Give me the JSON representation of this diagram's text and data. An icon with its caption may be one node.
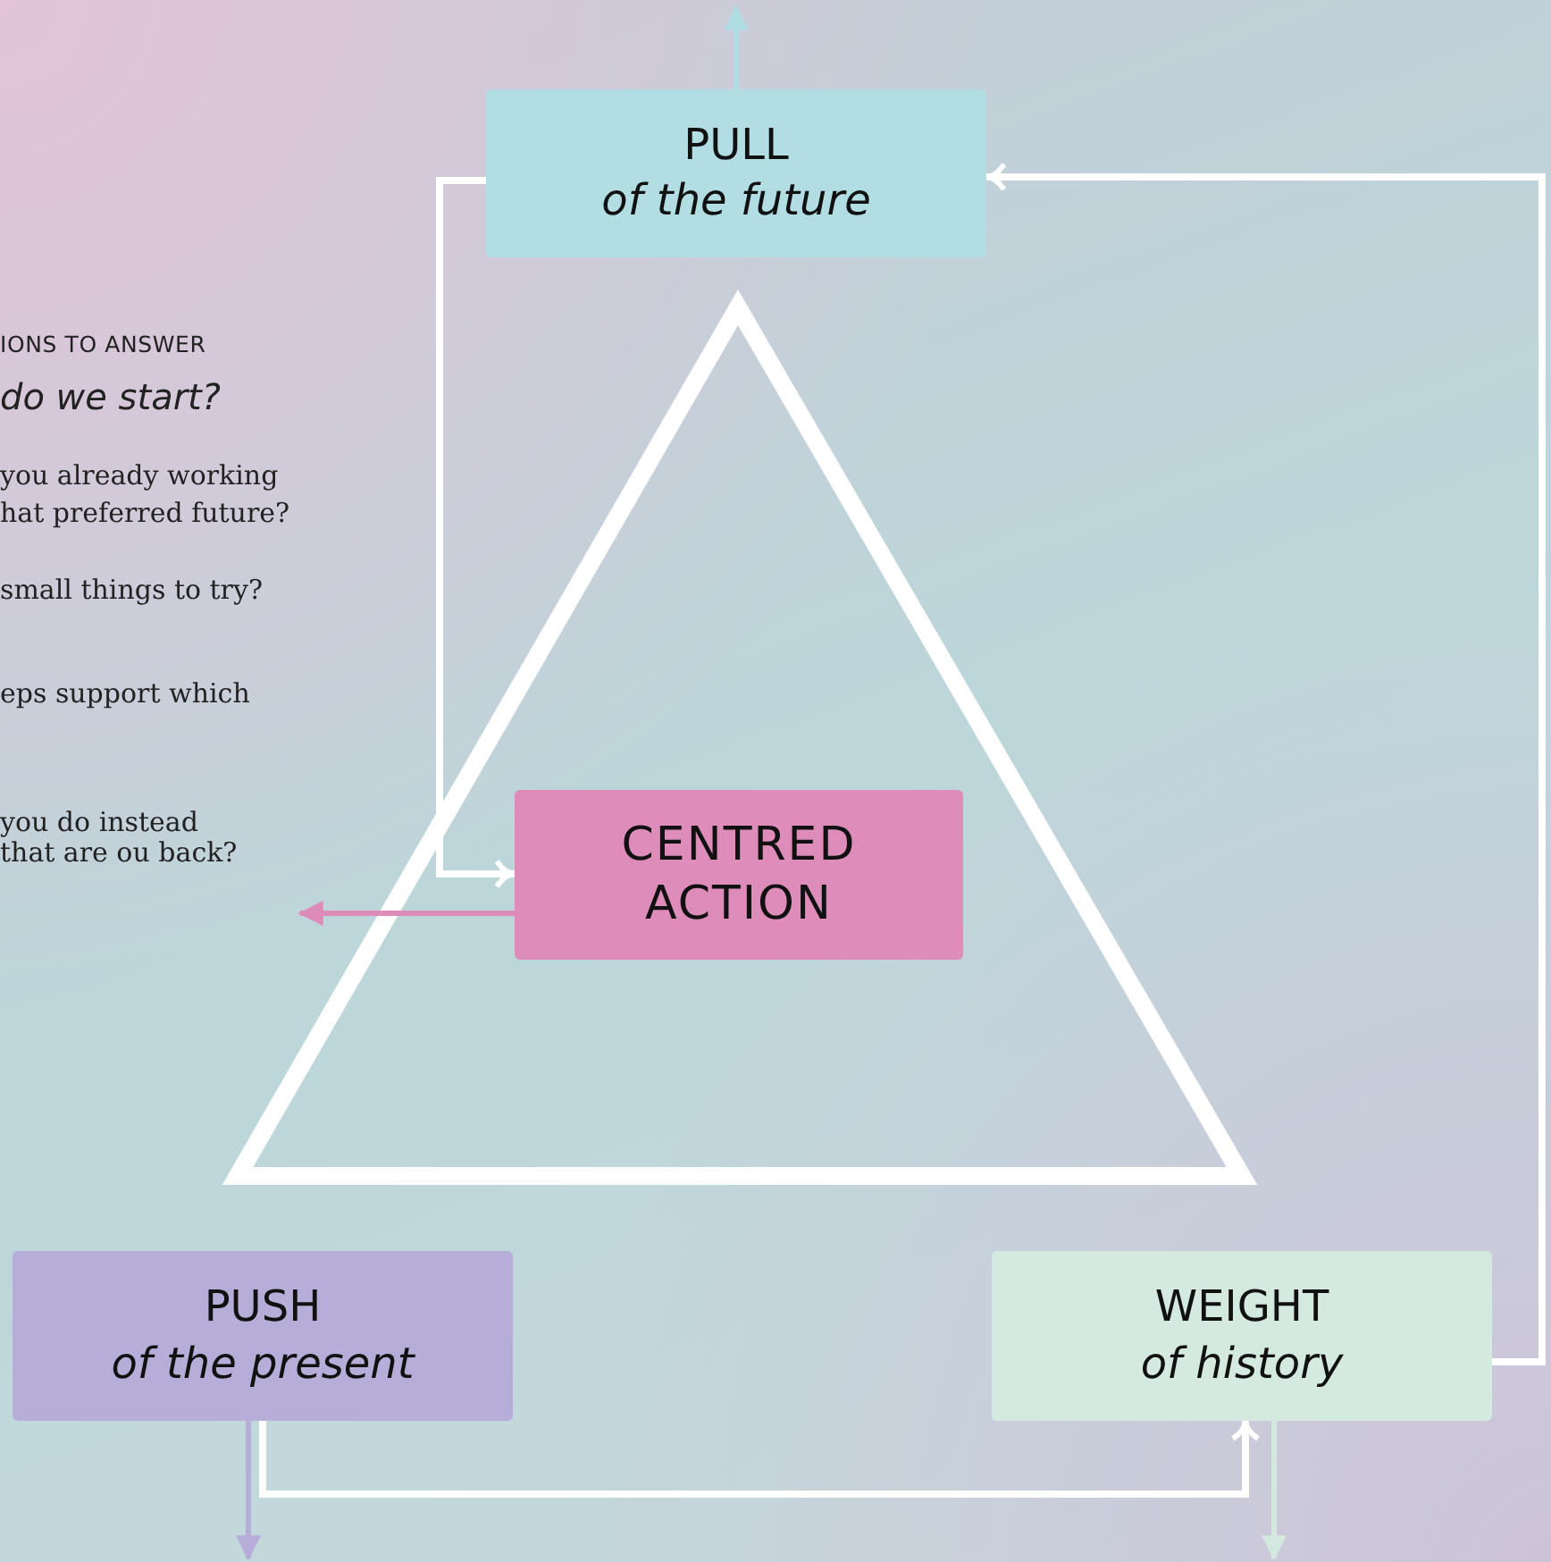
{
  "diagram": {
    "nodes": [
      {
        "text": [
          "PULL",
          "of the future"
        ]
      },
      {
        "text": [
          "CENTRED ACTION"
        ]
      },
      {
        "text": [
          "PUSH",
          "of the present"
        ]
      },
      {
        "text": [
          "WEIGHT",
          "of history"
        ]
      }
    ],
    "edges": [
      {
        "from": 0,
        "to": 1,
        "arrow": "to"
      },
      {
        "from": 3,
        "to": 0,
        "arrow": "to"
      },
      {
        "from": 2,
        "to": 3,
        "arrow": "to"
      },
      {
        "from": 0,
        "to": null,
        "arrow": "to",
        "color": "#b0dce3"
      },
      {
        "from": 1,
        "to": null,
        "arrow": "to",
        "color": "#dd8cba"
      },
      {
        "from": 2,
        "to": null,
        "arrow": "to",
        "color": "#b6add8"
      },
      {
        "from": 3,
        "to": null,
        "arrow": "to",
        "color": "#d3e9e0"
      }
    ],
    "labels": [
      "IONS TO ANSWER",
      "do we start?",
      "you already working hat preferred future?",
      "small things to try?",
      "eps support which",
      "you do instead that are ou back?"
    ]
  }
}
